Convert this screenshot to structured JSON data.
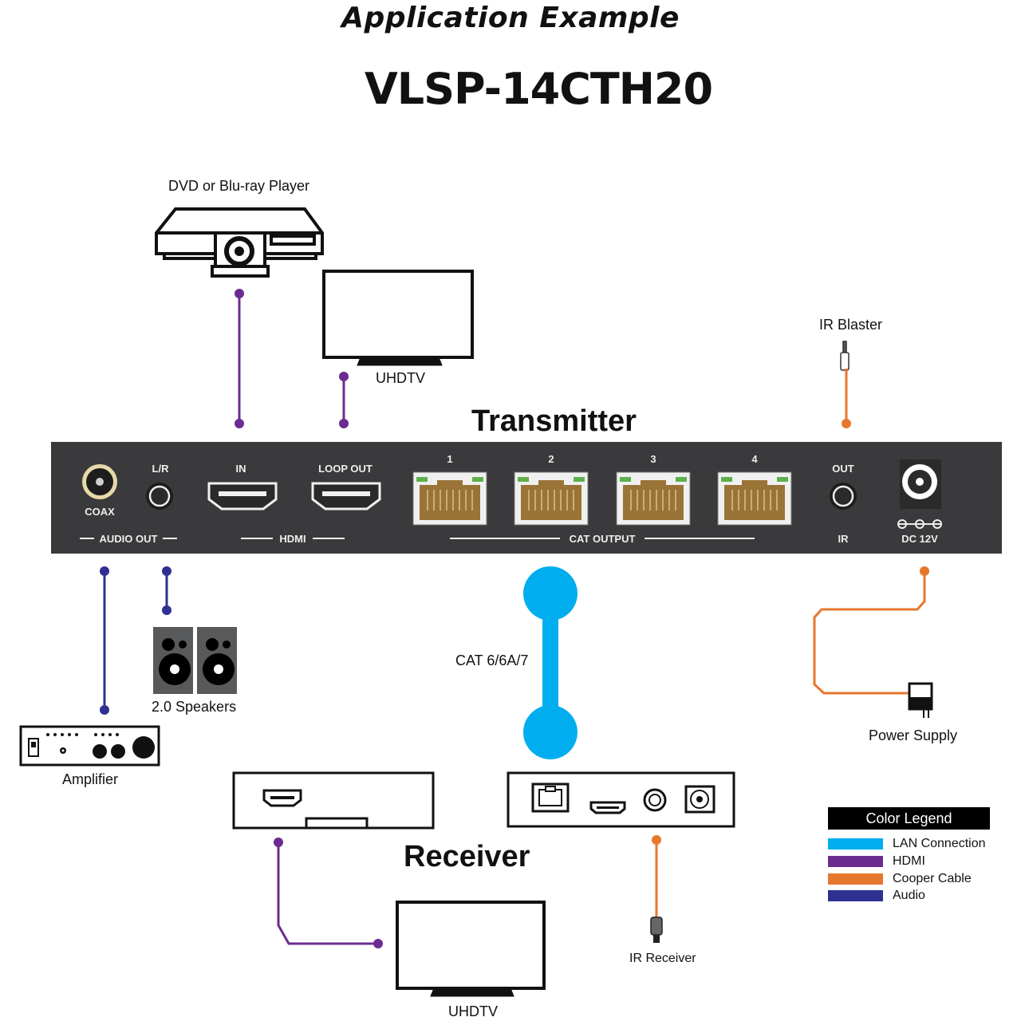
{
  "titles": {
    "heading": "Application Example",
    "model": "VLSP-14CTH20"
  },
  "labels": {
    "dvd": "DVD or Blu-ray Player",
    "uhdtv_top": "UHDTV",
    "ir_blaster": "IR Blaster",
    "transmitter": "Transmitter",
    "speakers": "2.0 Speakers",
    "amplifier": "Amplifier",
    "cat": "CAT 6/6A/7",
    "power_supply": "Power Supply",
    "receiver": "Receiver",
    "ir_receiver": "IR Receiver",
    "uhdtv_bottom": "UHDTV"
  },
  "panel": {
    "coax": "COAX",
    "lr": "L/R",
    "audio_out": "AUDIO OUT",
    "hdmi_in": "IN",
    "loop_out": "LOOP OUT",
    "hdmi": "HDMI",
    "ports": [
      "1",
      "2",
      "3",
      "4"
    ],
    "cat_output": "CAT OUTPUT",
    "ir_out": "OUT",
    "ir": "IR",
    "dc": "DC 12V"
  },
  "legend": {
    "title": "Color Legend",
    "items": [
      {
        "label": "LAN Connection",
        "color": "#00aeef"
      },
      {
        "label": "HDMI",
        "color": "#6a2c91"
      },
      {
        "label": "Cooper Cable",
        "color": "#e8772e"
      },
      {
        "label": "Audio",
        "color": "#2e3192"
      }
    ]
  },
  "colors": {
    "lan": "#00aeef",
    "hdmi": "#6a2c91",
    "copper": "#e8772e",
    "audio": "#2e3192",
    "panel": "#3a3a3c",
    "rj45": "#9a7437"
  }
}
